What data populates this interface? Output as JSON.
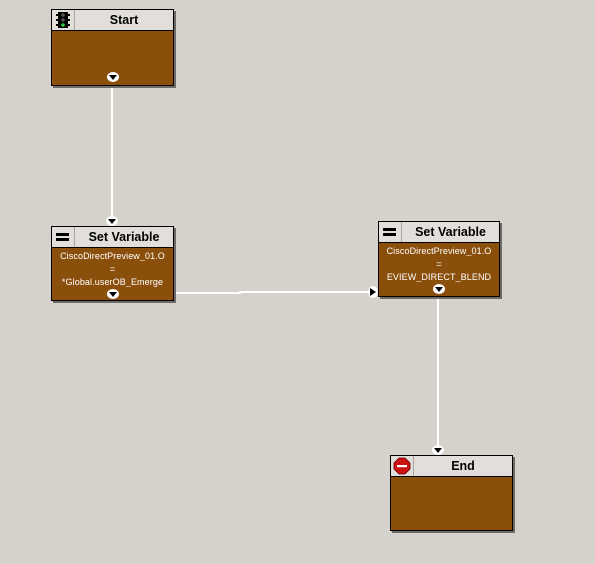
{
  "nodes": {
    "start": {
      "title": "Start",
      "icon": "traffic-light-icon"
    },
    "set_variable_1": {
      "title": "Set Variable",
      "icon": "equals-icon",
      "line1": "CiscoDirectPreview_01.O",
      "line2": "=",
      "line3": "*Global.userOB_Emerge"
    },
    "set_variable_2": {
      "title": "Set Variable",
      "icon": "equals-icon",
      "line1": "CiscoDirectPreview_01.O",
      "line2": "=",
      "line3": "EVIEW_DIRECT_BLEND"
    },
    "end": {
      "title": "End",
      "icon": "stop-sign-icon"
    }
  },
  "colors": {
    "canvas": "#d5d1cb",
    "node_body": "#8b4f0c",
    "node_header": "#e2dfda",
    "connector": "#ffffff"
  }
}
